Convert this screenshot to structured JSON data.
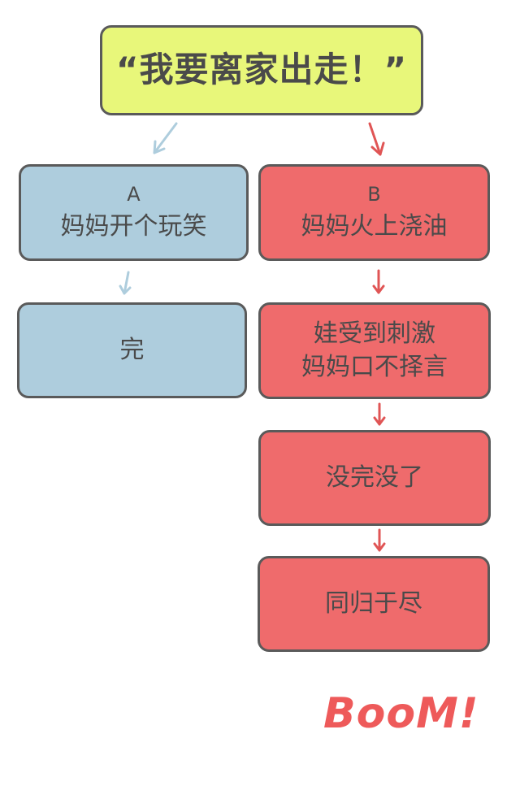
{
  "title": "“我要离家出走！”",
  "branch_a": {
    "label": "A",
    "text": "妈妈开个玩笑",
    "step2": "完"
  },
  "branch_b": {
    "label": "B",
    "text": "妈妈火上浇油",
    "step2_line1": "娃受到刺激",
    "step2_line2": "妈妈口不择言",
    "step3": "没完没了",
    "step4": "同归于尽"
  },
  "footer": "BooM!",
  "colors": {
    "title_bg": "#e8f77a",
    "branch_a_bg": "#aecddd",
    "branch_b_bg": "#ef6b6c",
    "branch_a_arrow": "#aecddd",
    "branch_b_arrow": "#e05555",
    "boom": "#ee5a5a"
  }
}
